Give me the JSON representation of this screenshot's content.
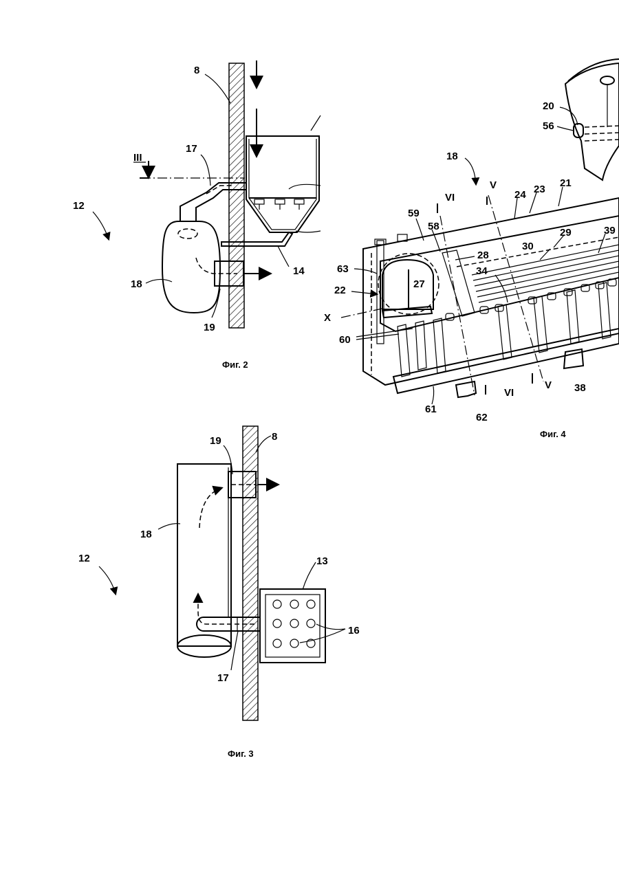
{
  "figures": {
    "fig2": {
      "caption": "Фиг. 2",
      "labels": {
        "a": "8",
        "b": "17",
        "c": "III",
        "d": "12",
        "e": "18",
        "f": "19",
        "g": "14"
      }
    },
    "fig3": {
      "caption": "Фиг. 3",
      "labels": {
        "a": "19",
        "b": "8",
        "c": "18",
        "d": "12",
        "e": "13",
        "f": "16",
        "g": "17"
      }
    },
    "fig4": {
      "caption": "Фиг. 4",
      "labels": {
        "l20": "20",
        "l56": "56",
        "l18": "18",
        "l21": "21",
        "l23": "23",
        "l24": "24",
        "V1": "V",
        "VI1": "VI",
        "l59": "59",
        "l58": "58",
        "l28": "28",
        "l30": "30",
        "l29": "29",
        "l39": "39",
        "l63": "63",
        "l34": "34",
        "l22": "22",
        "l27": "27",
        "X": "X",
        "l60": "60",
        "l61": "61",
        "l62": "62",
        "VI2": "VI",
        "V2": "V",
        "l38": "38"
      }
    }
  }
}
